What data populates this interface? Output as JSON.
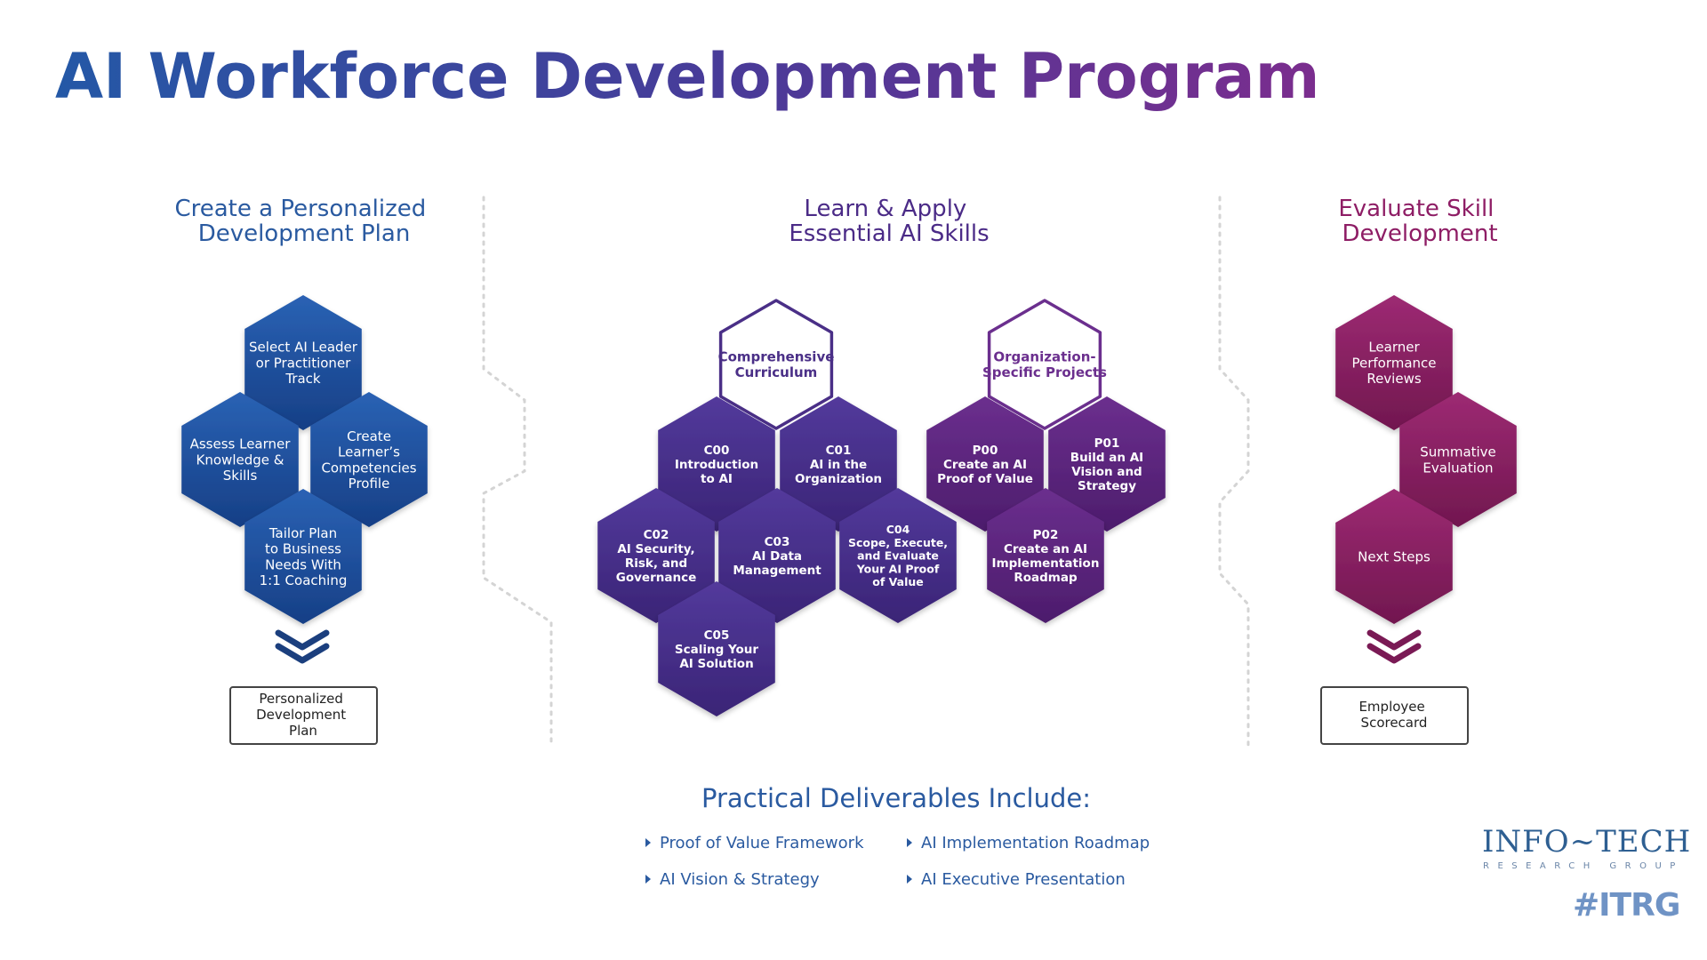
{
  "title": "AI Workforce Development Program",
  "colors": {
    "blue": "#1f4e9a",
    "purple": "#4a2f87",
    "magenta": "#8a1e63",
    "heading_blue": "#2a5aa0",
    "heading_purple": "#4b2b87",
    "heading_magenta": "#8e1d65"
  },
  "columns": [
    {
      "heading": [
        "Create a Personalized",
        "Development Plan"
      ]
    },
    {
      "heading": [
        "Learn & Apply",
        "Essential AI Skills"
      ]
    },
    {
      "heading": [
        "Evaluate Skill",
        "Development"
      ]
    }
  ],
  "plan_hexes": [
    {
      "lines": [
        "Select AI Leader",
        "or Practitioner",
        "Track"
      ]
    },
    {
      "lines": [
        "Assess Learner",
        "Knowledge &",
        "Skills"
      ]
    },
    {
      "lines": [
        "Create",
        "Learner’s",
        "Competencies",
        "Profile"
      ]
    },
    {
      "lines": [
        "Tailor Plan",
        "to Business",
        "Needs With",
        "1:1 Coaching"
      ]
    }
  ],
  "plan_output": [
    "Personalized",
    "Development",
    "Plan"
  ],
  "curriculum_header": [
    "Comprehensive",
    "Curriculum"
  ],
  "projects_header": [
    "Organization-",
    "Specific Projects"
  ],
  "course_hexes": [
    {
      "lines": [
        "C00",
        "Introduction",
        "to AI"
      ]
    },
    {
      "lines": [
        "C01",
        "AI in the",
        "Organization"
      ]
    },
    {
      "lines": [
        "C02",
        "AI Security,",
        "Risk, and",
        "Governance"
      ]
    },
    {
      "lines": [
        "C03",
        "AI Data",
        "Management"
      ]
    },
    {
      "lines": [
        "C04",
        "Scope, Execute,",
        "and Evaluate",
        "Your AI Proof",
        "of Value"
      ]
    },
    {
      "lines": [
        "C05",
        "Scaling Your",
        "AI Solution"
      ]
    }
  ],
  "project_hexes": [
    {
      "lines": [
        "P00",
        "Create an AI",
        "Proof of Value"
      ]
    },
    {
      "lines": [
        "P01",
        "Build an AI",
        "Vision and",
        "Strategy"
      ]
    },
    {
      "lines": [
        "P02",
        "Create an AI",
        "Implementation",
        "Roadmap"
      ]
    }
  ],
  "eval_hexes": [
    {
      "lines": [
        "Learner",
        "Performance",
        "Reviews"
      ]
    },
    {
      "lines": [
        "Summative",
        "Evaluation"
      ]
    },
    {
      "lines": [
        "Next Steps"
      ]
    }
  ],
  "eval_output": [
    "Employee",
    "Scorecard"
  ],
  "deliverables": {
    "heading": "Practical Deliverables Include:",
    "items": [
      "Proof of Value Framework",
      "AI Implementation Roadmap",
      "AI Vision & Strategy",
      "AI Executive Presentation"
    ]
  },
  "logo": {
    "brand": "INFO~TECH",
    "sub": "RESEARCH GROUP",
    "tag": "#ITRG"
  }
}
